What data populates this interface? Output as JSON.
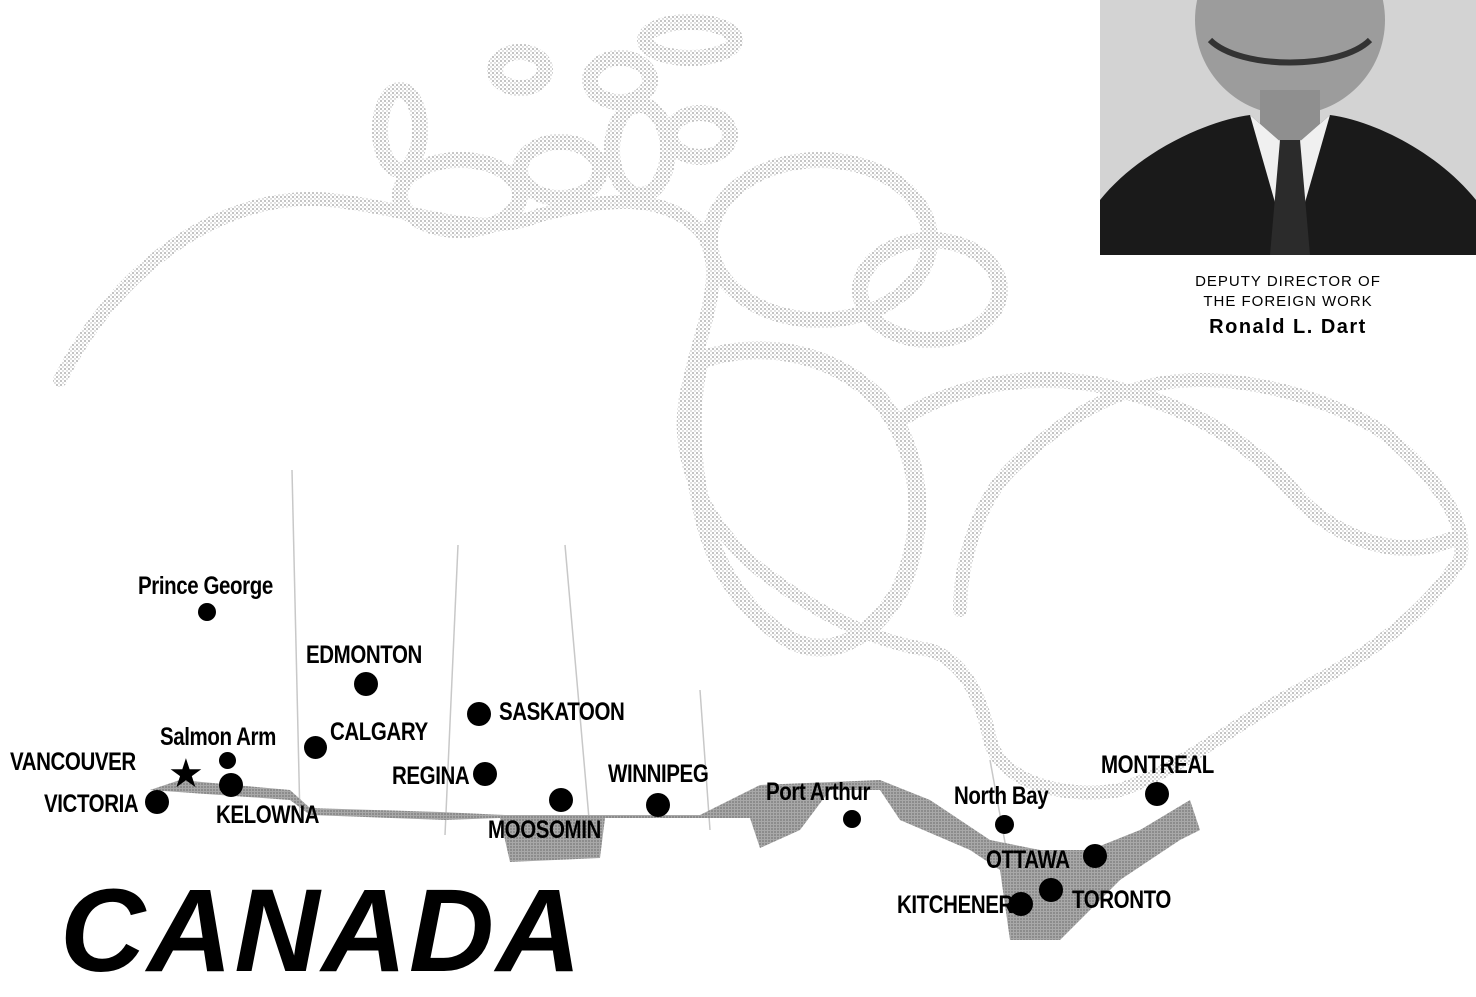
{
  "map": {
    "title": "CANADA",
    "cities": [
      {
        "name": "Prince George",
        "marker": "dot"
      },
      {
        "name": "EDMONTON",
        "marker": "dot"
      },
      {
        "name": "SASKATOON",
        "marker": "dot"
      },
      {
        "name": "Salmon Arm",
        "marker": "dot"
      },
      {
        "name": "CALGARY",
        "marker": "dot"
      },
      {
        "name": "VANCOUVER",
        "marker": "star"
      },
      {
        "name": "REGINA",
        "marker": "dot"
      },
      {
        "name": "WINNIPEG",
        "marker": "dot"
      },
      {
        "name": "VICTORIA",
        "marker": "dot"
      },
      {
        "name": "KELOWNA",
        "marker": "dot"
      },
      {
        "name": "MOOSOMIN",
        "marker": "dot"
      },
      {
        "name": "Port Arthur",
        "marker": "dot"
      },
      {
        "name": "North Bay",
        "marker": "dot"
      },
      {
        "name": "MONTREAL",
        "marker": "dot"
      },
      {
        "name": "OTTAWA",
        "marker": "dot"
      },
      {
        "name": "KITCHENER",
        "marker": "dot"
      },
      {
        "name": "TORONTO",
        "marker": "dot"
      }
    ]
  },
  "caption": {
    "line1": "DEPUTY DIRECTOR OF",
    "line2": "THE FOREIGN WORK",
    "name": "Ronald L. Dart"
  }
}
